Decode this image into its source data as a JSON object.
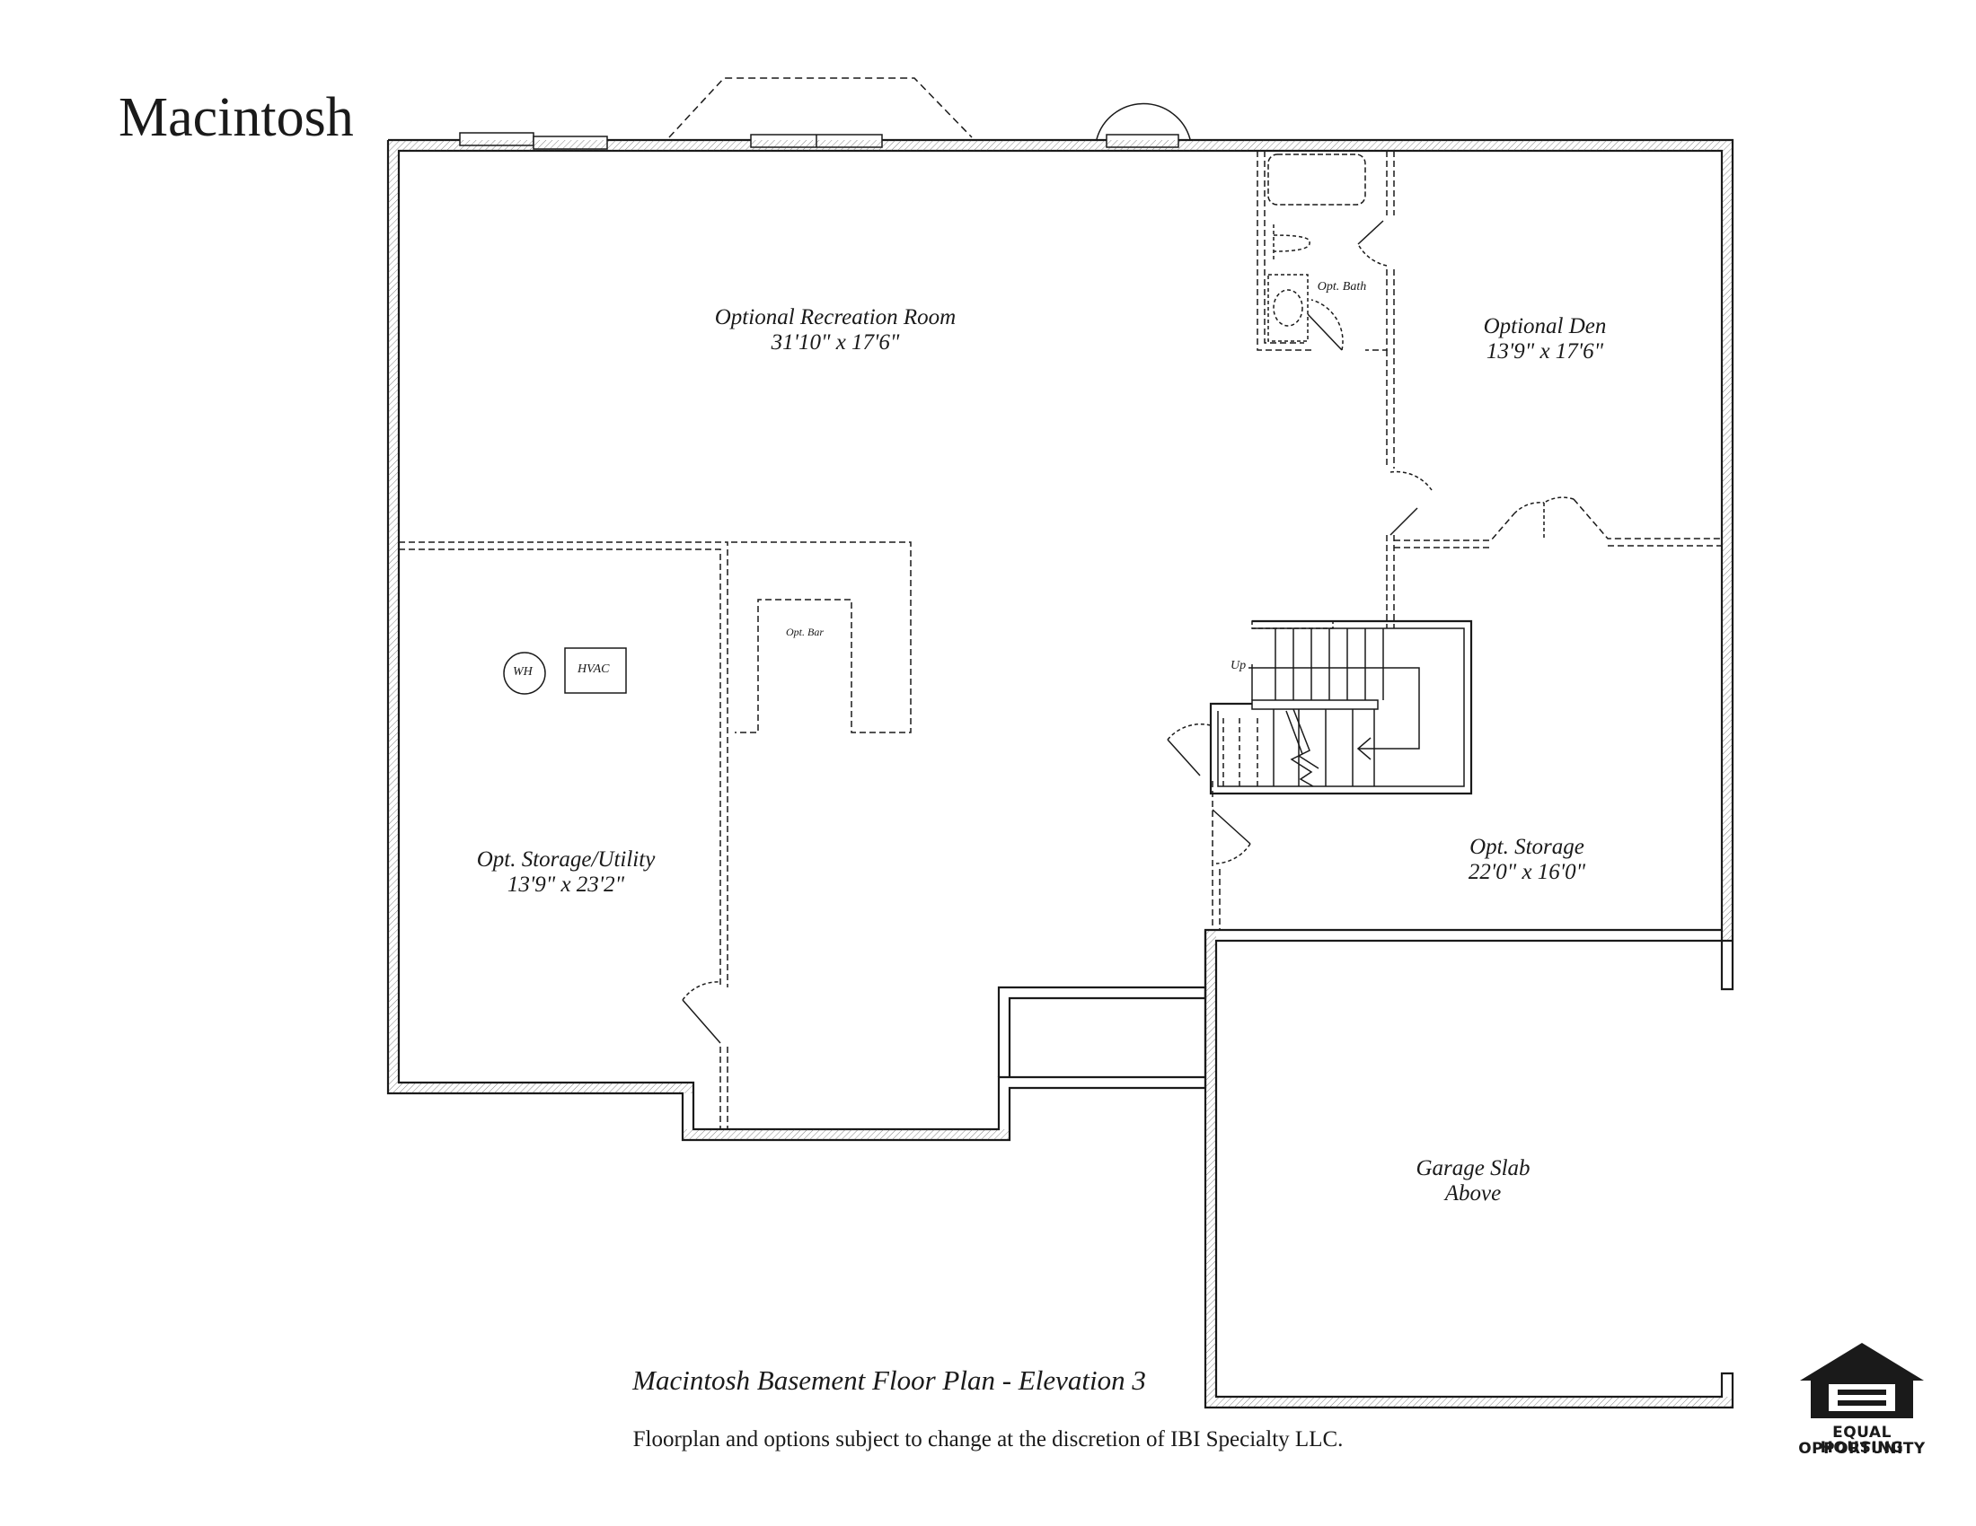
{
  "plan": {
    "title": "Macintosh",
    "caption": "Macintosh Basement Floor Plan - Elevation 3",
    "disclaimer": "Floorplan and options subject to change at the discretion of IBI Specialty LLC."
  },
  "rooms": {
    "recreation": {
      "name": "Optional Recreation Room",
      "dims": "31'10\" x 17'6\""
    },
    "den": {
      "name": "Optional Den",
      "dims": "13'9\" x 17'6\""
    },
    "bath": {
      "name": "Opt. Bath"
    },
    "bar": {
      "name": "Opt. Bar"
    },
    "storage_utility": {
      "name": "Opt. Storage/Utility",
      "dims": "13'9\" x 23'2\""
    },
    "storage": {
      "name": "Opt. Storage",
      "dims": "22'0\" x 16'0\""
    },
    "garage": {
      "name": "Garage Slab",
      "note": "Above"
    }
  },
  "fixtures": {
    "water_heater": "WH",
    "hvac": "HVAC",
    "stairs_up": "Up"
  },
  "logo": {
    "line1": "EQUAL HOUSING",
    "line2": "OPPORTUNITY"
  },
  "colors": {
    "line": "#1a1a1a",
    "wall_fill": "#ffffff"
  }
}
